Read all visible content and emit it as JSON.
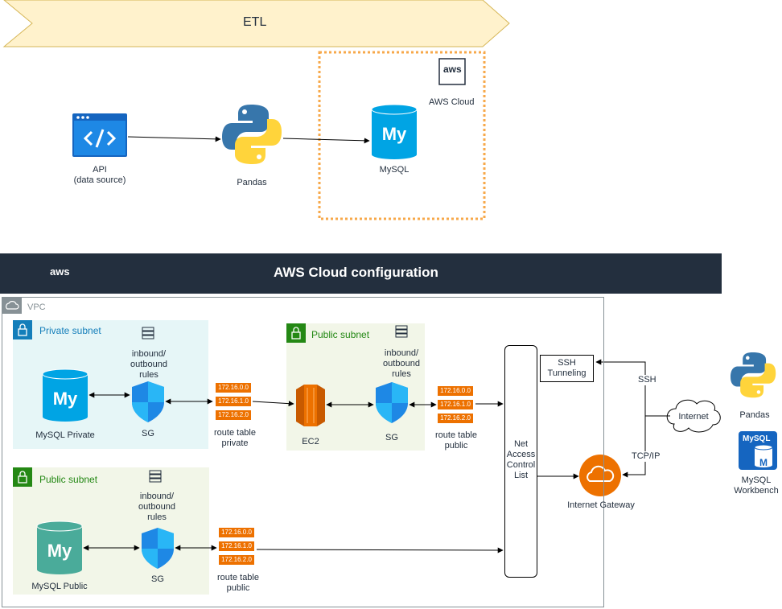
{
  "etl": {
    "title": "ETL"
  },
  "aws_cloud_group": {
    "logo": "aws",
    "label": "AWS Cloud"
  },
  "etl_nodes": {
    "api": {
      "line1": "API",
      "line2": "(data source)",
      "icon": "code-window-icon"
    },
    "pandas": {
      "label": "Pandas",
      "icon": "python-icon"
    },
    "mysql": {
      "label": "MySQL",
      "icon": "mysql-db-icon"
    }
  },
  "aws_config": {
    "title": "AWS Cloud configuration",
    "logo": "aws"
  },
  "vpc": {
    "label": "VPC"
  },
  "private_subnet": {
    "title": "Private subnet",
    "rules_l1": "inbound/",
    "rules_l2": "outbound",
    "rules_l3": "rules",
    "db_label": "MySQL Private",
    "sg_label": "SG",
    "rt_rows": [
      "172.16.0.0",
      "172.16.1.0",
      "172.16.2.0"
    ],
    "rt_l1": "route table",
    "rt_l2": "private"
  },
  "public_subnet_1": {
    "title": "Public subnet",
    "rules_l1": "inbound/",
    "rules_l2": "outbound",
    "rules_l3": "rules",
    "ec2_label": "EC2",
    "sg_label": "SG",
    "rt_rows": [
      "172.16.0.0",
      "172.16.1.0",
      "172.16.2.0"
    ],
    "rt_l1": "route table",
    "rt_l2": "public"
  },
  "public_subnet_2": {
    "title": "Public subnet",
    "rules_l1": "inbound/",
    "rules_l2": "outbound",
    "rules_l3": "rules",
    "db_label": "MySQL Public",
    "sg_label": "SG",
    "rt_rows": [
      "172.16.0.0",
      "172.16.1.0",
      "172.16.2.0"
    ],
    "rt_l1": "route table",
    "rt_l2": "public"
  },
  "nacl": {
    "l1": "Net",
    "l2": "Access",
    "l3": "Control",
    "l4": "List"
  },
  "ssh_box": {
    "l1": "SSH",
    "l2": "Tunneling"
  },
  "connections": {
    "ssh": "SSH",
    "tcpip": "TCP/IP",
    "internet": "Internet"
  },
  "igw": {
    "label": "Internet Gateway"
  },
  "client_tools": {
    "pandas": "Pandas",
    "workbench_l1": "MySQL",
    "workbench_l2": "Workbench",
    "workbench_icon_text": "MySQL"
  },
  "colors": {
    "etl_fill": "#fff2cc",
    "etl_stroke": "#d6b656",
    "aws_dark": "#232f3e",
    "mysql_blue": "#00a4e4",
    "mysql_public": "#4aab9a",
    "aws_orange": "#ed7100",
    "sg_blue": "#1e88e5",
    "private_text": "#147eba",
    "public_text": "#248814"
  }
}
